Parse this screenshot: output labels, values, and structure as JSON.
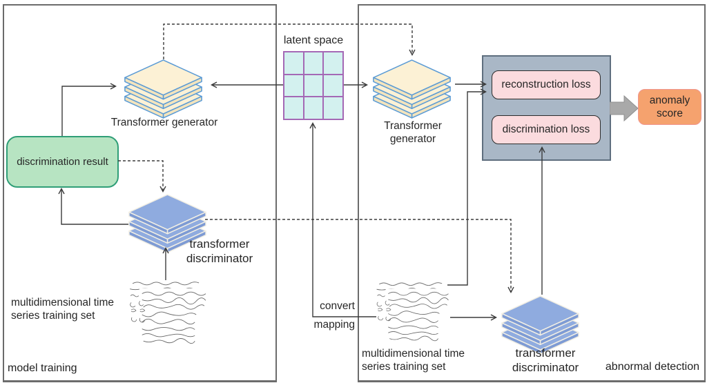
{
  "figure": {
    "panels": {
      "model_training": "model training",
      "abnormal_detection": "abnormal detection"
    },
    "nodes": {
      "generator_left": "Transformer generator",
      "generator_right": "Transformer generator",
      "latent_space": "latent space",
      "discrimination_result": "discrimination result",
      "discriminator_left": "transformer discriminator",
      "discriminator_right": "transformer discriminator",
      "training_set_left": "multidimensional time series training set",
      "training_set_right": "multidimensional time series training set",
      "reconstruction_loss": "reconstruction loss",
      "discrimination_loss": "discrimination loss",
      "anomaly_score": "anomaly score"
    },
    "edge_labels": {
      "convert": "convert",
      "mapping": "mapping"
    },
    "colors": {
      "generator_fill": "#fcf1d5",
      "generator_edge": "#5b9bd5",
      "discriminator_fill": "#8fabdf",
      "latent_fill": "#d3f1ef",
      "latent_border": "#a468b5",
      "result_fill": "#b7e4c2",
      "result_border": "#2f9e77",
      "loss_panel_fill": "#a9b7c6",
      "loss_box_fill": "#fbdbde",
      "anomaly_fill": "#f5a26e"
    }
  }
}
